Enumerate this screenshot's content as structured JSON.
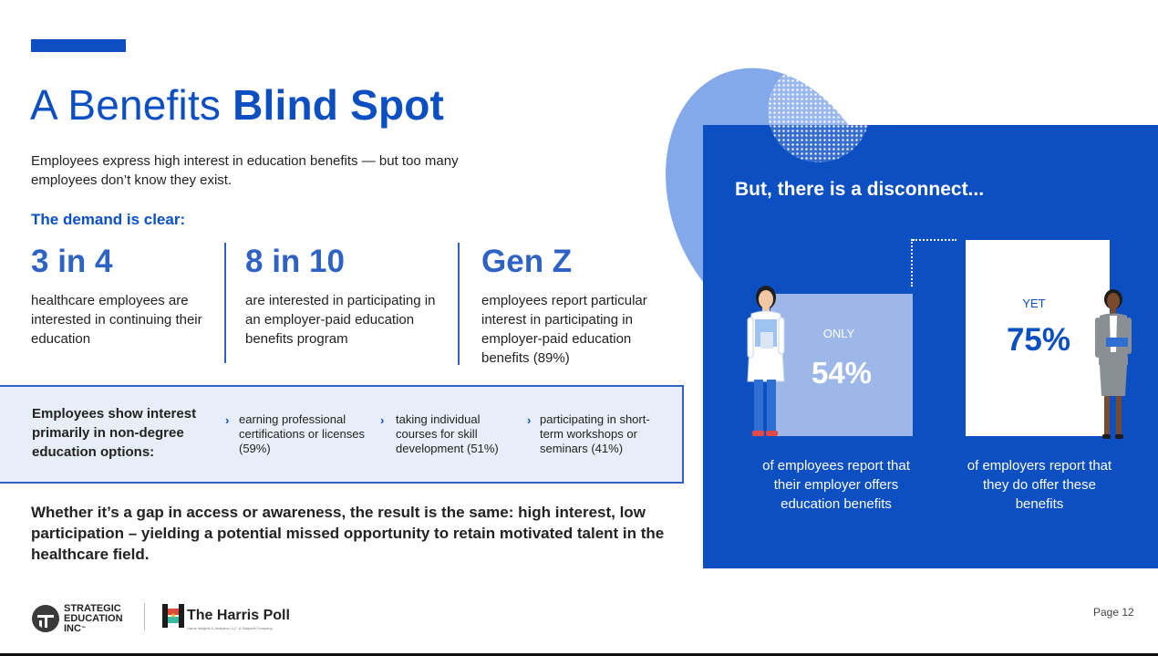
{
  "header": {
    "title_light": "A Benefits",
    "title_bold": "Blind Spot",
    "intro": "Employees express high interest in education benefits — but too many employees don’t know they exist."
  },
  "demand": {
    "heading": "The demand is clear:",
    "stats": [
      {
        "value": "3 in 4",
        "description": "healthcare employees are interested in continuing their education"
      },
      {
        "value": "8 in 10",
        "description": "are interested in participating in an employer-paid education benefits program"
      },
      {
        "value": "Gen Z",
        "description": "employees report particular interest in participating in employer-paid education benefits (89%)"
      }
    ]
  },
  "interest": {
    "heading": "Employees show interest primarily in non-degree education options:",
    "chevron": "›",
    "options": [
      {
        "text": "earning professional certifications or licenses (59%)"
      },
      {
        "text": "taking individual courses for skill development (51%)"
      },
      {
        "text": "participating in short-term workshops or seminars (41%)"
      }
    ]
  },
  "conclusion": "Whether it’s a gap in access or awareness, the result is the same: high interest, low participation – yielding a potential missed opportunity to retain motivated talent in the healthcare field.",
  "disconnect": {
    "heading": "But, there is a disconnect...",
    "employees": {
      "label": "ONLY",
      "value": "54%",
      "percent": 54,
      "caption": "of employees report that their employer offers education benefits"
    },
    "employers": {
      "label": "YET",
      "value": "75%",
      "percent": 75,
      "caption": "of employers report that they do offer these benefits"
    }
  },
  "footer": {
    "sei_lines": [
      "STRATEGIC",
      "EDUCATION",
      "INC"
    ],
    "sei_tm": "™",
    "harris_name": "The Harris Poll",
    "harris_sub": "Harris Insights & Analytics LLC, A Stagwell Company",
    "page": "Page 12"
  },
  "colors": {
    "brand_blue": "#0b4fc2",
    "stat_blue": "#2e62c4",
    "light_bar": "#9db8e8",
    "box_fill": "#e8eef8"
  }
}
